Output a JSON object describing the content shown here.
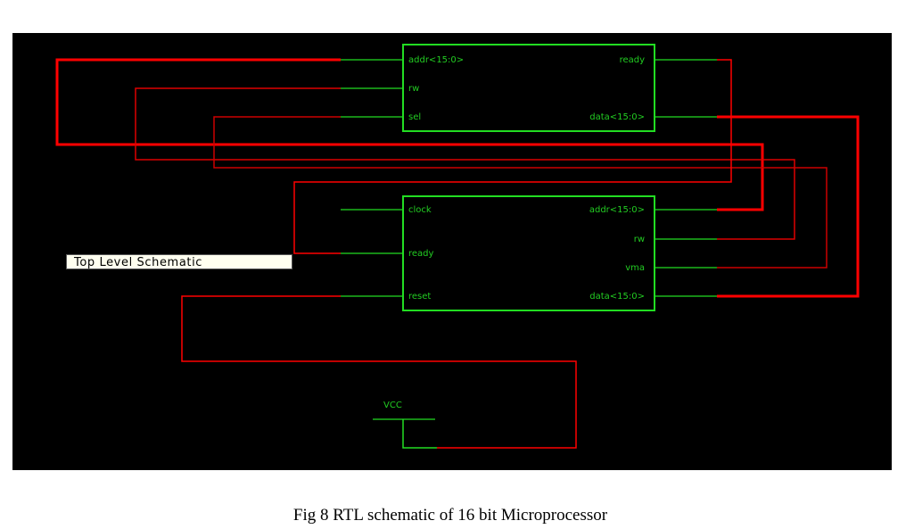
{
  "diagram": {
    "title": "Top Level Schematic",
    "caption": "Fig 8  RTL schematic of 16 bit Microprocessor",
    "colors": {
      "background": "#000000",
      "block": "#22dd22",
      "wire": "#ff0000",
      "pin_text": "#22cc22"
    },
    "blocks": [
      {
        "id": "memory",
        "inputs": [
          "addr<15:0>",
          "rw",
          "sel"
        ],
        "outputs": [
          "ready",
          "data<15:0>"
        ]
      },
      {
        "id": "cpu",
        "inputs": [
          "clock",
          "ready",
          "reset"
        ],
        "outputs": [
          "addr<15:0>",
          "rw",
          "vma",
          "data<15:0>"
        ]
      }
    ],
    "power": {
      "label": "VCC"
    },
    "connections": [
      {
        "from": "cpu.addr<15:0>",
        "to": "memory.addr<15:0>",
        "bus": true
      },
      {
        "from": "cpu.rw",
        "to": "memory.rw",
        "bus": false
      },
      {
        "from": "cpu.vma",
        "to": "memory.sel",
        "bus": false
      },
      {
        "from": "memory.ready",
        "to": "cpu.ready",
        "bus": false
      },
      {
        "from": "memory.data<15:0>",
        "to": "cpu.data<15:0>",
        "bus": true
      },
      {
        "from": "VCC",
        "to": "cpu.reset",
        "bus": false
      }
    ]
  }
}
